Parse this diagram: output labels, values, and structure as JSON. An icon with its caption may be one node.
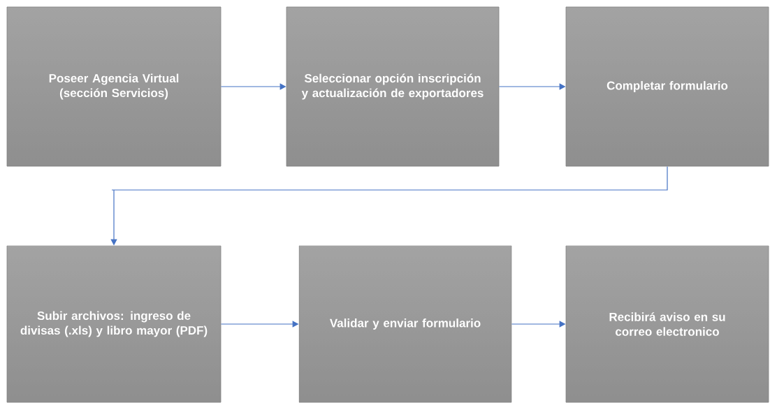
{
  "diagram": {
    "nodes": [
      {
        "text": [
          "Poseer Agencia Virtual (sección Servicios)"
        ]
      },
      {
        "text": [
          "Seleccionar opción inscripción y actualización de exportadores"
        ]
      },
      {
        "text": [
          "Completar formulario"
        ]
      },
      {
        "text": [
          "Subir archivos: ingreso de divisas (.xls) y libro mayor (PDF)"
        ]
      },
      {
        "text": [
          "Validar y enviar formulario"
        ]
      },
      {
        "text": [
          "Recibirá aviso en su correo electronico"
        ]
      }
    ],
    "edges": [
      {
        "from": 0,
        "to": 1,
        "arrow": "to"
      },
      {
        "from": 1,
        "to": 2,
        "arrow": "to"
      },
      {
        "from": 2,
        "to": 3,
        "arrow": "to"
      },
      {
        "from": 3,
        "to": 4,
        "arrow": "to"
      },
      {
        "from": 4,
        "to": 5,
        "arrow": "to"
      }
    ]
  }
}
